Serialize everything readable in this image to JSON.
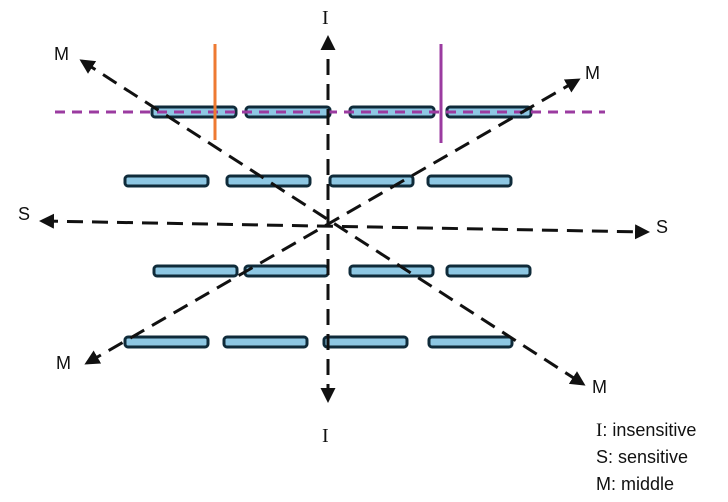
{
  "colors": {
    "bar_fill": "#8dc7e3",
    "bar_stroke": "#0f2b3a",
    "axis": "#111111",
    "guide_horizontal": "#9b3ba0",
    "marker_left": "#ee7a32",
    "marker_right": "#9b3ba0"
  },
  "axes": {
    "insensitive": "I",
    "sensitive": "S",
    "middle": "M"
  },
  "legend": [
    {
      "key": "I",
      "text": ": insensitive"
    },
    {
      "key": "S",
      "text": ": sensitive"
    },
    {
      "key": "M",
      "text": ": middle"
    }
  ],
  "bar_rows": [
    {
      "count": 4
    },
    {
      "count": 4
    },
    {
      "count": 4
    },
    {
      "count": 4
    }
  ]
}
